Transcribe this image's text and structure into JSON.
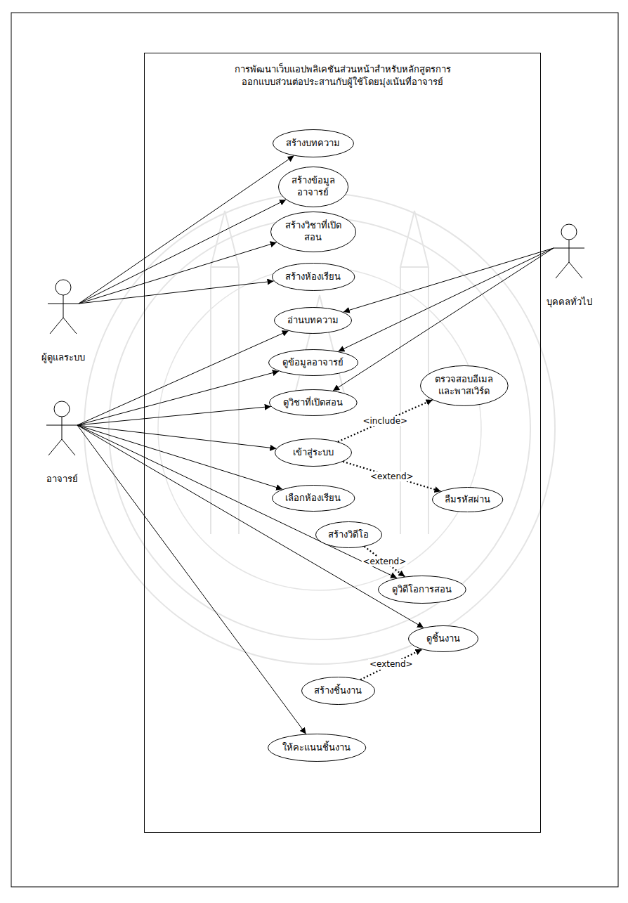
{
  "diagram": {
    "nodes": [
      {
        "text": [
          "การพัฒนาเว็บแอปพลิเคชันส่วนหน้าสำหรับหลักสูตรการ ออกแบบส่วนต่อประสานกับผู้ใช้โดยมุ่งเน้นที่อาจารย์"
        ]
      },
      {
        "text": [
          "สร้างบทความ"
        ],
        "in": 0
      },
      {
        "text": [
          "สร้างข้อมูล อาจารย์"
        ],
        "in": 0
      },
      {
        "text": [
          "สร้างวิชาที่เปิด สอน"
        ],
        "in": 0
      },
      {
        "text": [
          "สร้างห้องเรียน"
        ],
        "in": 0
      },
      {
        "text": [
          "อ่านบทความ"
        ],
        "in": 0
      },
      {
        "text": [
          "ดูข้อมูลอาจารย์"
        ],
        "in": 0
      },
      {
        "text": [
          "ดูวิชาที่เปิดสอน"
        ],
        "in": 0
      },
      {
        "text": [
          "ตรวจสอบอีเมล และพาสเวิร์ด"
        ],
        "in": 0
      },
      {
        "text": [
          "เข้าสู่ระบบ"
        ],
        "in": 0
      },
      {
        "text": [
          "เลือกห้องเรียน"
        ],
        "in": 0
      },
      {
        "text": [
          "ลืมรหัสผ่าน"
        ],
        "in": 0
      },
      {
        "text": [
          "สร้างวิดีโอ"
        ],
        "in": 0
      },
      {
        "text": [
          "ดูวิดีโอการสอน"
        ],
        "in": 0
      },
      {
        "text": [
          "ดูชิ้นงาน"
        ],
        "in": 0
      },
      {
        "text": [
          "สร้างชิ้นงาน"
        ],
        "in": 0
      },
      {
        "text": [
          "ให้คะแนนชิ้นงาน"
        ],
        "in": 0
      },
      {
        "text": [
          "ผู้ดูแลระบบ"
        ]
      },
      {
        "text": [
          "อาจารย์"
        ]
      },
      {
        "text": [
          "บุคคลทั่วไป"
        ]
      }
    ],
    "edges": [
      {
        "from": 17,
        "to": 1,
        "arrow": "to"
      },
      {
        "from": 17,
        "to": 2,
        "arrow": "to"
      },
      {
        "from": 17,
        "to": 3,
        "arrow": "to"
      },
      {
        "from": 17,
        "to": 4,
        "arrow": "to"
      },
      {
        "from": 18,
        "to": 5,
        "arrow": "to"
      },
      {
        "from": 18,
        "to": 6,
        "arrow": "to"
      },
      {
        "from": 18,
        "to": 7,
        "arrow": "to"
      },
      {
        "from": 18,
        "to": 9,
        "arrow": "to"
      },
      {
        "from": 18,
        "to": 10,
        "arrow": "to"
      },
      {
        "from": 18,
        "to": 13,
        "arrow": "to"
      },
      {
        "from": 18,
        "to": 14,
        "arrow": "to"
      },
      {
        "from": 18,
        "to": 16,
        "arrow": "to"
      },
      {
        "from": 19,
        "to": 5,
        "arrow": "to"
      },
      {
        "from": 19,
        "to": 6,
        "arrow": "to"
      },
      {
        "from": 19,
        "to": 7,
        "arrow": "to"
      },
      {
        "from": 9,
        "to": 8,
        "label": "<include>",
        "arrow": "to"
      },
      {
        "from": 9,
        "to": 11,
        "label": "<extend>",
        "arrow": "to"
      },
      {
        "from": 12,
        "to": 13,
        "label": "<extend>",
        "arrow": "to"
      },
      {
        "from": 15,
        "to": 14,
        "label": "<extend>",
        "arrow": "to"
      }
    ]
  }
}
